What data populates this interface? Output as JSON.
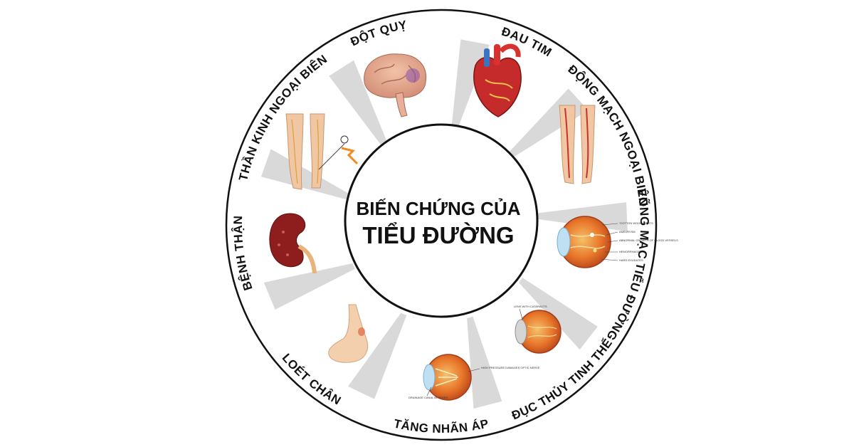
{
  "center": {
    "line1": "BIẾN CHỨNG CỦA",
    "line2": "TIỂU ĐƯỜNG"
  },
  "segments": [
    {
      "label": "ĐAU TIM",
      "icon": "heart-icon"
    },
    {
      "label": "ĐỘNG MẠCH NGOẠI BIÊN",
      "icon": "leg-arteries-icon"
    },
    {
      "label": "VÕNG MẠC TIỂU ĐƯỜNG",
      "icon": "retina-eye-icon"
    },
    {
      "label": "ĐỤC THỦY TINH THỂ",
      "icon": "cataract-eye-icon"
    },
    {
      "label": "TĂNG NHÃN ÁP",
      "icon": "glaucoma-eye-icon"
    },
    {
      "label": "LOÉT CHÂN",
      "icon": "foot-ulcer-icon"
    },
    {
      "label": "BỆNH THẬN",
      "icon": "kidney-icon"
    },
    {
      "label": "THẦN KINH NGOẠI BIÊN",
      "icon": "legs-nerves-icon"
    },
    {
      "label": "ĐỘT QUỴ",
      "icon": "brain-icon"
    }
  ],
  "eye_annotations": {
    "retina": [
      "\"COTTON WOOL\" SPOTS",
      "ANEURYSM",
      "ABNORMAL GROWTH OF BLOOD VESSELS",
      "HEMORRHAGES",
      "HARD EXUDATES"
    ],
    "cataract": [
      "LENS WITH CATARACTS"
    ],
    "glaucoma": [
      "DRAINAGE CANAL BLOCKED",
      "HIGH PRESSURE DAMAGES OPTIC NERVE"
    ]
  },
  "colors": {
    "ring": "#111111",
    "shadow": "#d4d4d4",
    "eye_orange": "#e8762a",
    "kidney": "#8e1e1e",
    "heart": "#c62b2b"
  }
}
